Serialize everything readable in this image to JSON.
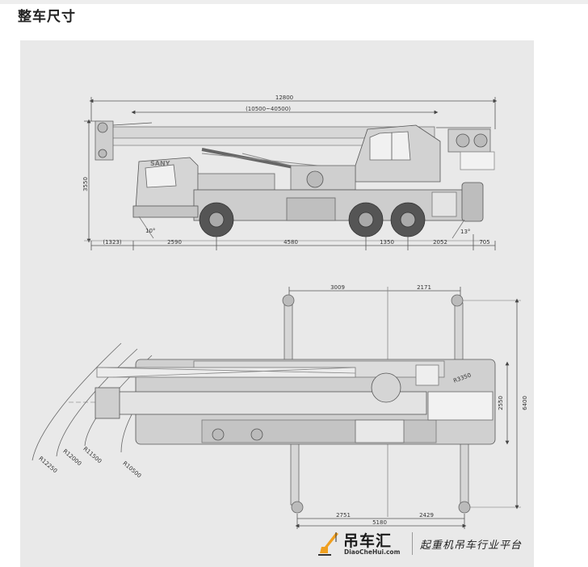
{
  "page": {
    "title": "整车尺寸"
  },
  "side_view": {
    "overall_length": "12800",
    "boom_length_range": "(10500~40500)",
    "height": "3550",
    "segments": [
      "(1323)",
      "2590",
      "4580",
      "1350",
      "2052",
      "705"
    ],
    "approach_angle": "10°",
    "departure_angle": "13°",
    "brand_label": "SANY"
  },
  "top_view": {
    "outrigger_front_offset": "3009",
    "outrigger_rear_offset": "2171",
    "tail_radius": "R3350",
    "body_width": "2550",
    "outrigger_span_width": "6400",
    "bottom_left": "2751",
    "bottom_right": "2429",
    "outrigger_span_length": "5180",
    "turning_radii": [
      "R12250",
      "R12000",
      "R11500",
      "R10500"
    ]
  },
  "watermark": {
    "name": "吊车汇",
    "url": "DiaoCheHui.com",
    "slogan": "起重机吊车行业平台"
  }
}
